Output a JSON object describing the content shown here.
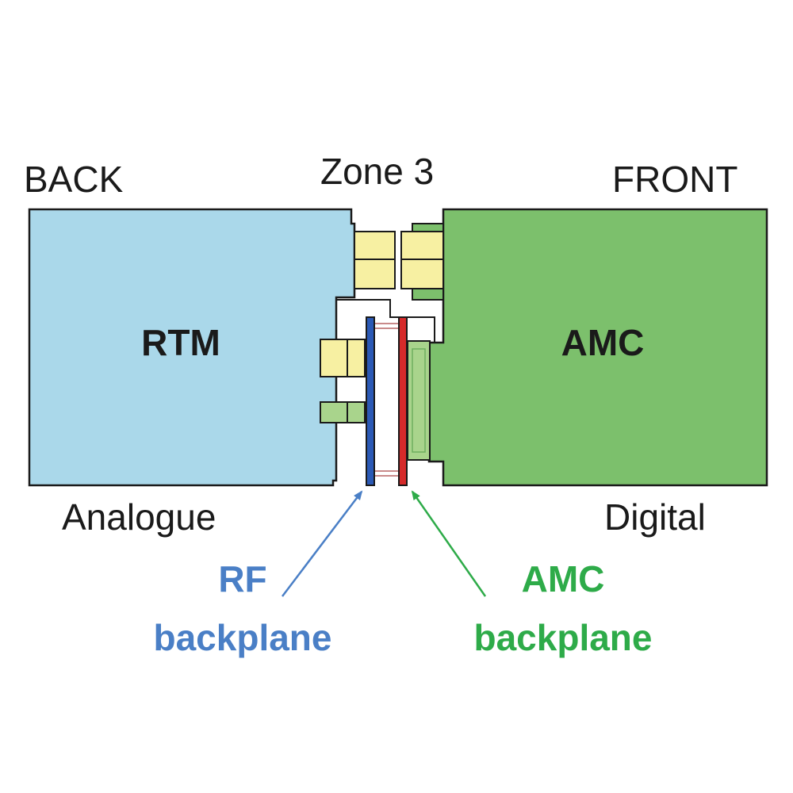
{
  "labels": {
    "back": "BACK",
    "zone": "Zone 3",
    "front": "FRONT",
    "rtm": "RTM",
    "amc": "AMC",
    "analogue": "Analogue",
    "digital": "Digital"
  },
  "callouts": {
    "rf_line1": "RF",
    "rf_line2": "backplane",
    "amc_line1": "AMC",
    "amc_line2": "backplane"
  },
  "colors": {
    "rtm_fill": "#aad8ea",
    "amc_fill": "#7cc06c",
    "connector_fill": "#f7f0a2",
    "connector_green": "#a9d48c",
    "rf_backplane": "#2b59b5",
    "amc_backplane": "#d62a2a",
    "rf_text": "#4a7fc6",
    "amc_text": "#2eab49"
  }
}
